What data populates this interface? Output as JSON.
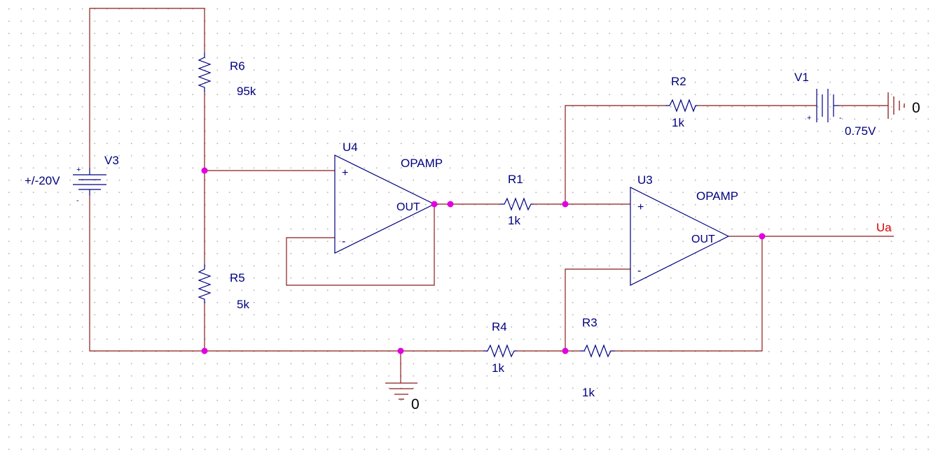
{
  "colors": {
    "wire": "#8b1a1a",
    "component": "#000080",
    "junction": "#e000e0",
    "net_label": "#dd0000",
    "text": "#000080",
    "ground_text": "#000000"
  },
  "components": {
    "R6": {
      "ref": "R6",
      "value": "95k"
    },
    "R5": {
      "ref": "R5",
      "value": "5k"
    },
    "V3": {
      "ref": "V3",
      "value": "+/-20V",
      "plus": "+",
      "minus": "-"
    },
    "U4": {
      "ref": "U4",
      "model": "OPAMP",
      "plus": "+",
      "minus": "-",
      "out": "OUT"
    },
    "U3": {
      "ref": "U3",
      "model": "OPAMP",
      "plus": "+",
      "minus": "-",
      "out": "OUT"
    },
    "R1": {
      "ref": "R1",
      "value": "1k"
    },
    "R2": {
      "ref": "R2",
      "value": "1k"
    },
    "R3": {
      "ref": "R3",
      "value": "1k"
    },
    "R4": {
      "ref": "R4",
      "value": "1k"
    },
    "V1": {
      "ref": "V1",
      "value": "0.75V",
      "plus": "+",
      "minus": "-"
    }
  },
  "grounds": {
    "main": {
      "label": "0",
      "icon": "ground-icon"
    },
    "v1": {
      "label": "0",
      "icon": "ground-icon"
    }
  },
  "nets": {
    "output": {
      "label": "Ua"
    }
  }
}
